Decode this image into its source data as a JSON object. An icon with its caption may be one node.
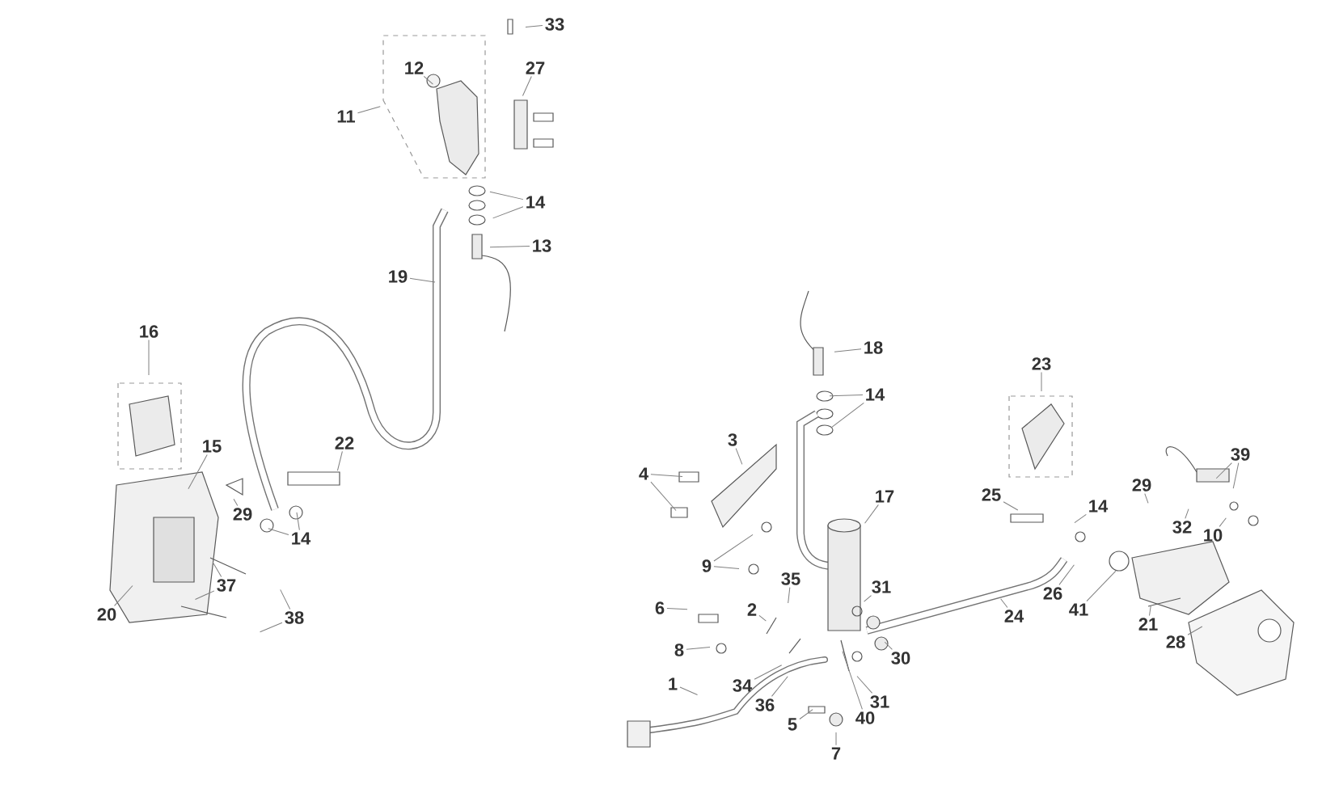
{
  "diagram": {
    "nodes": [
      {
        "text": [
          "33"
        ]
      },
      {
        "text": [
          "12"
        ]
      },
      {
        "text": [
          "27"
        ]
      },
      {
        "text": [
          "11"
        ]
      },
      {
        "text": [
          "14"
        ]
      },
      {
        "text": [
          "13"
        ]
      },
      {
        "text": [
          "19"
        ]
      },
      {
        "text": [
          "16"
        ]
      },
      {
        "text": [
          "22"
        ]
      },
      {
        "text": [
          "15"
        ]
      },
      {
        "text": [
          "29"
        ]
      },
      {
        "text": [
          "14"
        ]
      },
      {
        "text": [
          "37"
        ]
      },
      {
        "text": [
          "38"
        ]
      },
      {
        "text": [
          "20"
        ]
      },
      {
        "text": [
          "18"
        ]
      },
      {
        "text": [
          "14"
        ]
      },
      {
        "text": [
          "23"
        ]
      },
      {
        "text": [
          "3"
        ]
      },
      {
        "text": [
          "39"
        ]
      },
      {
        "text": [
          "4"
        ]
      },
      {
        "text": [
          "25"
        ]
      },
      {
        "text": [
          "14"
        ]
      },
      {
        "text": [
          "29"
        ]
      },
      {
        "text": [
          "17"
        ]
      },
      {
        "text": [
          "32"
        ]
      },
      {
        "text": [
          "10"
        ]
      },
      {
        "text": [
          "9"
        ]
      },
      {
        "text": [
          "35"
        ]
      },
      {
        "text": [
          "31"
        ]
      },
      {
        "text": [
          "6"
        ]
      },
      {
        "text": [
          "2"
        ]
      },
      {
        "text": [
          "26"
        ]
      },
      {
        "text": [
          "24"
        ]
      },
      {
        "text": [
          "41"
        ]
      },
      {
        "text": [
          "8"
        ]
      },
      {
        "text": [
          "21"
        ]
      },
      {
        "text": [
          "30"
        ]
      },
      {
        "text": [
          "28"
        ]
      },
      {
        "text": [
          "1"
        ]
      },
      {
        "text": [
          "34"
        ]
      },
      {
        "text": [
          "36"
        ]
      },
      {
        "text": [
          "31"
        ]
      },
      {
        "text": [
          "40"
        ]
      },
      {
        "text": [
          "5"
        ]
      },
      {
        "text": [
          "7"
        ]
      }
    ],
    "edges": [
      {
        "from": 0,
        "to": null,
        "arrow": "none"
      },
      {
        "from": 1,
        "to": null,
        "arrow": "none"
      },
      {
        "from": 2,
        "to": null,
        "arrow": "none"
      },
      {
        "from": 3,
        "to": null,
        "arrow": "none"
      },
      {
        "from": 4,
        "to": null,
        "arrow": "none"
      },
      {
        "from": 4,
        "to": null,
        "arrow": "none"
      },
      {
        "from": 5,
        "to": null,
        "arrow": "none"
      },
      {
        "from": 6,
        "to": null,
        "arrow": "none"
      },
      {
        "from": 7,
        "to": null,
        "arrow": "none"
      },
      {
        "from": 8,
        "to": null,
        "arrow": "none"
      },
      {
        "from": 9,
        "to": null,
        "arrow": "none"
      },
      {
        "from": 10,
        "to": null,
        "arrow": "none"
      },
      {
        "from": 11,
        "to": null,
        "arrow": "none"
      },
      {
        "from": 11,
        "to": null,
        "arrow": "none"
      },
      {
        "from": 12,
        "to": null,
        "arrow": "none"
      },
      {
        "from": 12,
        "to": null,
        "arrow": "none"
      },
      {
        "from": 13,
        "to": null,
        "arrow": "none"
      },
      {
        "from": 13,
        "to": null,
        "arrow": "none"
      },
      {
        "from": 14,
        "to": null,
        "arrow": "none"
      },
      {
        "from": 15,
        "to": null,
        "arrow": "none"
      },
      {
        "from": 16,
        "to": null,
        "arrow": "none"
      },
      {
        "from": 16,
        "to": null,
        "arrow": "none"
      },
      {
        "from": 17,
        "to": null,
        "arrow": "none"
      },
      {
        "from": 18,
        "to": null,
        "arrow": "none"
      },
      {
        "from": 19,
        "to": null,
        "arrow": "none"
      },
      {
        "from": 19,
        "to": null,
        "arrow": "none"
      },
      {
        "from": 20,
        "to": null,
        "arrow": "none"
      },
      {
        "from": 20,
        "to": null,
        "arrow": "none"
      },
      {
        "from": 21,
        "to": null,
        "arrow": "none"
      },
      {
        "from": 22,
        "to": null,
        "arrow": "none"
      },
      {
        "from": 23,
        "to": null,
        "arrow": "none"
      },
      {
        "from": 24,
        "to": null,
        "arrow": "none"
      },
      {
        "from": 25,
        "to": null,
        "arrow": "none"
      },
      {
        "from": 26,
        "to": null,
        "arrow": "none"
      },
      {
        "from": 27,
        "to": null,
        "arrow": "none"
      },
      {
        "from": 27,
        "to": null,
        "arrow": "none"
      },
      {
        "from": 28,
        "to": null,
        "arrow": "none"
      },
      {
        "from": 29,
        "to": null,
        "arrow": "none"
      },
      {
        "from": 30,
        "to": null,
        "arrow": "none"
      },
      {
        "from": 31,
        "to": null,
        "arrow": "none"
      },
      {
        "from": 32,
        "to": null,
        "arrow": "none"
      },
      {
        "from": 33,
        "to": null,
        "arrow": "none"
      },
      {
        "from": 34,
        "to": null,
        "arrow": "none"
      },
      {
        "from": 35,
        "to": null,
        "arrow": "none"
      },
      {
        "from": 36,
        "to": null,
        "arrow": "none"
      },
      {
        "from": 37,
        "to": null,
        "arrow": "none"
      },
      {
        "from": 38,
        "to": null,
        "arrow": "none"
      },
      {
        "from": 39,
        "to": null,
        "arrow": "none"
      },
      {
        "from": 40,
        "to": null,
        "arrow": "none"
      },
      {
        "from": 41,
        "to": null,
        "arrow": "none"
      },
      {
        "from": 42,
        "to": null,
        "arrow": "none"
      },
      {
        "from": 43,
        "to": null,
        "arrow": "none"
      },
      {
        "from": 44,
        "to": null,
        "arrow": "none"
      },
      {
        "from": 45,
        "to": null,
        "arrow": "none"
      }
    ]
  }
}
